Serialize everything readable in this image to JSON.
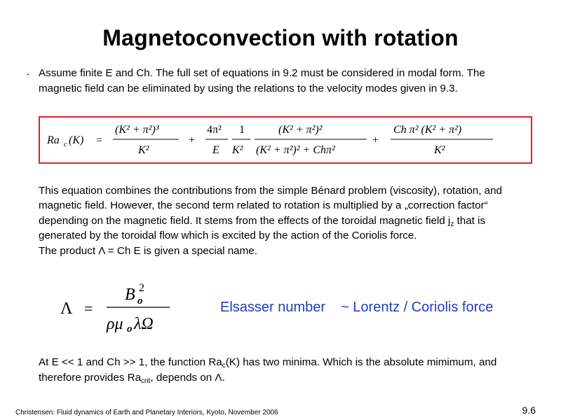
{
  "slide": {
    "title": "Magnetoconvection with rotation",
    "bullet_marker": ".",
    "paragraph1": "Assume finite E and Ch. The full set of equations in 9.2 must be considered in modal form. The magnetic field can be eliminated by using the relations to the velocity modes given in 9.3.",
    "paragraph2_before_sub": "This equation combines the contributions from the simple Bénard problem (viscosity), rotation, and magnetic field. However, the second term related to rotation is multiplied by a „correction factor“ depending on the magnetic field. It stems from the effects of the toroidal magnetic field j",
    "paragraph2_sub": "z",
    "paragraph2_after_sub": " that is generated by the toroidal flow which is excited by the action of the Coriolis force.",
    "paragraph2_line2": "The product   Λ = Ch E   is given a special name.",
    "elsasser_label": "Elsasser number",
    "elsasser_relation": "~  Lorentz / Coriolis force",
    "paragraph3_a": "At E << 1 and Ch >> 1, the function Ra",
    "paragraph3_sub1": "c",
    "paragraph3_b": "(K) has two minima. Which is the absolute mimimum, and therefore provides Ra",
    "paragraph3_sub2": "crit",
    "paragraph3_c": ", depends on Λ.",
    "footer": "Christensen: Fluid dynamics of Earth and Planetary Interiors, Kyoto, November 2006",
    "page_number": "9.6"
  },
  "equation": {
    "lhs": "Ra",
    "lhs_sub": "c",
    "lhs_arg": "(K)",
    "equals": "=",
    "plus": "+",
    "term1_num": "(K² + π²)³",
    "term1_den": "K²",
    "term2_factor_num": "4π²",
    "term2_factor_den": "E",
    "term2_one_num": "1",
    "term2_one_den": "K²",
    "term2_frac_num": "(K² + π²)²",
    "term2_frac_den": "(K² + π²)² + Chπ²",
    "term3_num": "Ch π² (K² + π²)",
    "term3_den": "K²"
  },
  "elsasser_eq": {
    "lhs": "Λ",
    "equals": "=",
    "num": "B",
    "num_sub": "o",
    "num_sup": "2",
    "den_rho": "ρμ",
    "den_sub": "o",
    "den_rest": "λΩ"
  },
  "colors": {
    "box_border": "#e0202a",
    "elsasser_text": "#1c3fb8"
  }
}
